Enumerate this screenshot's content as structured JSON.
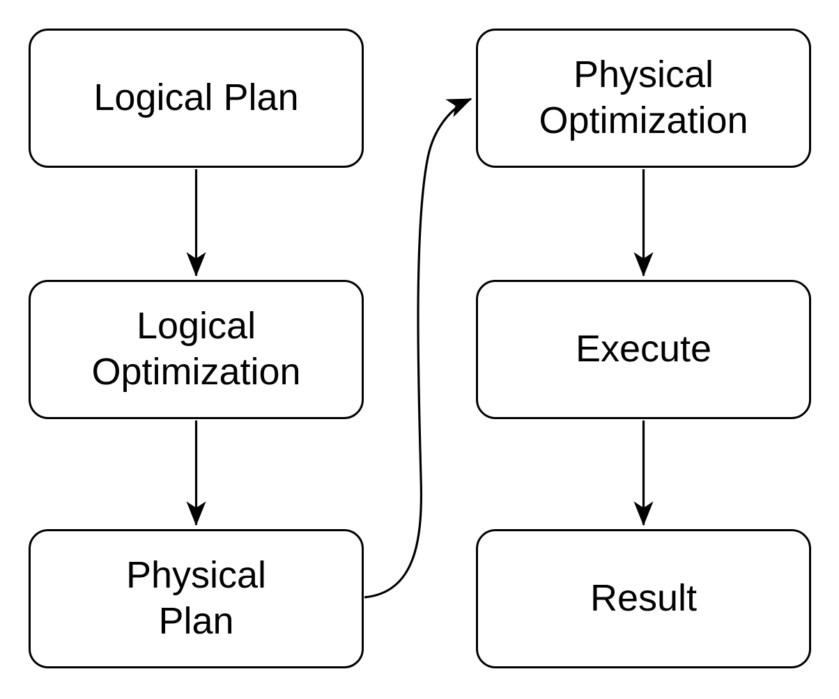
{
  "diagram": {
    "type": "flowchart",
    "colors": {
      "background": "#ffffff",
      "node_fill": "#ffffff",
      "stroke": "#000000",
      "text": "#000000"
    },
    "nodes": [
      {
        "id": "logical-plan",
        "label": "Logical Plan",
        "column": "left",
        "row": 0
      },
      {
        "id": "logical-optimization",
        "label": "Logical\nOptimization",
        "column": "left",
        "row": 1
      },
      {
        "id": "physical-plan",
        "label": "Physical\nPlan",
        "column": "left",
        "row": 2
      },
      {
        "id": "physical-optimization",
        "label": "Physical\nOptimization",
        "column": "right",
        "row": 0
      },
      {
        "id": "execute",
        "label": "Execute",
        "column": "right",
        "row": 1
      },
      {
        "id": "result",
        "label": "Result",
        "column": "right",
        "row": 2
      }
    ],
    "edges": [
      {
        "from": "logical-plan",
        "to": "logical-optimization",
        "style": "straight-down"
      },
      {
        "from": "logical-optimization",
        "to": "physical-plan",
        "style": "straight-down"
      },
      {
        "from": "physical-plan",
        "to": "physical-optimization",
        "style": "curved-up-right"
      },
      {
        "from": "physical-optimization",
        "to": "execute",
        "style": "straight-down"
      },
      {
        "from": "execute",
        "to": "result",
        "style": "straight-down"
      }
    ]
  }
}
